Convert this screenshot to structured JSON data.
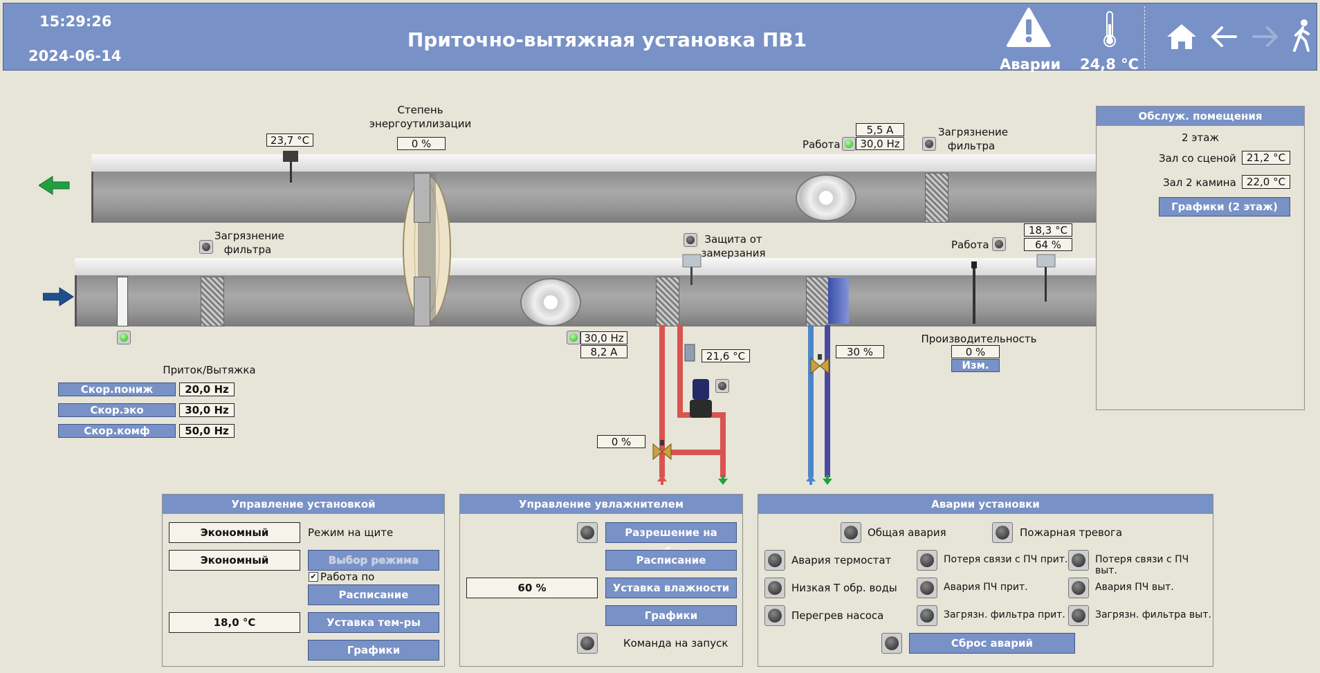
{
  "header": {
    "time": "15:29:26",
    "date": "2024-06-14",
    "title": "Приточно-вытяжная установка ПВ1",
    "alarms_label": "Аварии",
    "temperature": "24,8 °C",
    "icons": [
      "alarm-warning-icon",
      "thermometer-icon",
      "home-icon",
      "back-arrow-icon",
      "forward-arrow-icon",
      "exit-person-icon"
    ]
  },
  "scheme": {
    "exhaust_temp": "23,7 °C",
    "recovery_label_1": "Степень",
    "recovery_label_2": "энергоутилизации",
    "recovery_value": "0 %",
    "exhaust_fan_current": "5,5 A",
    "exhaust_fan_freq": "30,0 Hz",
    "exhaust_fan_work_label": "Работа",
    "exhaust_filter_label_1": "Загрязнение",
    "exhaust_filter_label_2": "фильтра",
    "supply_filter_label_1": "Загрязнение",
    "supply_filter_label_2": "фильтра",
    "frost_label_1": "Защита от",
    "frost_label_2": "замерзания",
    "supply_work_label": "Работа",
    "supply_temp": "18,3 °C",
    "supply_humidity": "64 %",
    "supply_fan_freq": "30,0 Hz",
    "supply_fan_current": "8,2 A",
    "water_temp": "21,6 °C",
    "heat_valve": "0 %",
    "cool_valve": "30 %",
    "capacity_label": "Производительность",
    "capacity_value": "0 %",
    "capacity_button": "Изм."
  },
  "speeds": {
    "title": "Приток/Вытяжка",
    "items": [
      {
        "label": "Скор.пониж",
        "value": "20,0 Hz"
      },
      {
        "label": "Скор.эко",
        "value": "30,0 Hz"
      },
      {
        "label": "Скор.комф",
        "value": "50,0 Hz"
      }
    ]
  },
  "rooms": {
    "title": "Обслуж. помещения",
    "floor": "2 этаж",
    "items": [
      {
        "label": "Зал со сценой",
        "value": "21,2 °C"
      },
      {
        "label": "Зал 2 камина",
        "value": "22,0 °C"
      }
    ],
    "charts_button": "Графики (2 этаж)"
  },
  "control": {
    "title": "Управление установкой",
    "mode_on_panel": "Экономный",
    "mode_on_panel_label": "Режим на щите",
    "selected_mode": "Экономный",
    "select_mode_button": "Выбор режима",
    "schedule_checkbox_label": "Работа по расписанию",
    "schedule_button": "Расписание",
    "setpoint_value": "18,0 °C",
    "setpoint_button": "Уставка тем-ры",
    "charts_button": "Графики"
  },
  "humidifier": {
    "title": "Управление увлажнителем",
    "permission_button": "Разрешение на работу",
    "schedule_button": "Расписание",
    "humidity_value": "60 %",
    "humidity_button": "Уставка влажности",
    "charts_button": "Графики",
    "start_command_label": "Команда на запуск"
  },
  "alarms": {
    "title": "Аварии установки",
    "general": "Общая авария",
    "fire": "Пожарная тревога",
    "col1": [
      "Авария термостат",
      "Низкая Т обр. воды",
      "Перегрев насоса"
    ],
    "col2": [
      "Потеря связи с ПЧ прит.",
      "Авария ПЧ прит.",
      "Загрязн. фильтра прит."
    ],
    "col3": [
      "Потеря связи с ПЧ выт.",
      "Авария ПЧ выт.",
      "Загрязн. фильтра выт."
    ],
    "reset_button": "Сброс аварий"
  },
  "colors": {
    "accent": "#7891c6",
    "background": "#e7e4d8",
    "led_on": "#18b31e",
    "hot_pipe": "#d9534f",
    "cold_pipe": "#4a86c8",
    "return_pipe": "#4a4aa0"
  }
}
